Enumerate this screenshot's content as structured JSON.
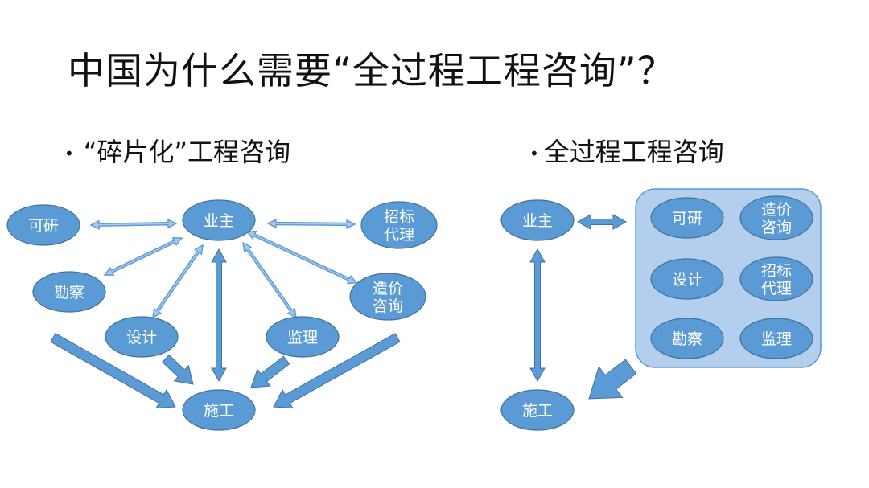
{
  "title": "中国为什么需要“全过程工程咨询”？",
  "left": {
    "bullet": "•",
    "heading": "“碎片化”工程咨询",
    "nodes": {
      "owner": [
        "业主"
      ],
      "feasibility": [
        "可研"
      ],
      "tender_agency": [
        "招标",
        "代理"
      ],
      "survey": [
        "勘察"
      ],
      "cost_consult": [
        "造价",
        "咨询"
      ],
      "design": [
        "设计"
      ],
      "supervision": [
        "监理"
      ],
      "construction": [
        "施工"
      ]
    }
  },
  "right": {
    "bullet": "•",
    "heading": "全过程工程咨询",
    "nodes": {
      "owner": [
        "业主"
      ],
      "construction": [
        "施工"
      ],
      "feasibility": [
        "可研"
      ],
      "cost_consult": [
        "造价",
        "咨询"
      ],
      "design": [
        "设计"
      ],
      "tender_agency": [
        "招标",
        "代理"
      ],
      "survey": [
        "勘察"
      ],
      "supervision": [
        "监理"
      ]
    }
  },
  "colors": {
    "node_fill": "#5b9bd5",
    "node_stroke": "#41719c",
    "panel_fill": "#b4cfed",
    "panel_stroke": "#5b9bd5"
  }
}
